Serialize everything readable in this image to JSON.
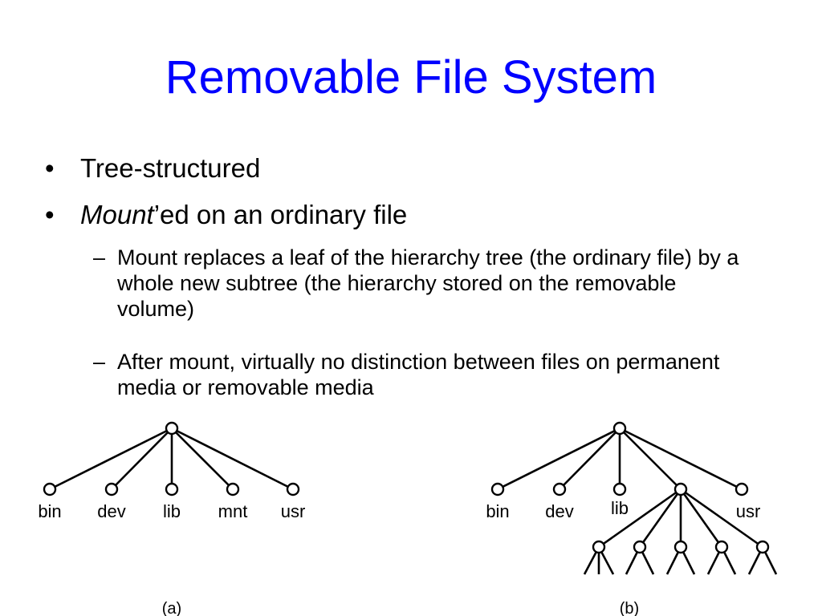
{
  "slide": {
    "title": "Removable File System",
    "bullets": [
      {
        "marker": "•",
        "emphasis": "",
        "text": "Tree-structured"
      },
      {
        "marker": "•",
        "emphasis": "Mount",
        "text": "’ed on an ordinary file"
      }
    ],
    "sub_bullets": [
      {
        "marker": "–",
        "text": "Mount replaces a leaf of the hierarchy tree (the ordinary file) by a whole new subtree (the hierarchy stored on the removable volume)"
      },
      {
        "marker": "–",
        "text": "After mount, virtually no distinction between files on permanent media or removable media"
      }
    ]
  },
  "figures": {
    "a": {
      "caption": "(a)",
      "labels": [
        "bin",
        "dev",
        "lib",
        "mnt",
        "usr"
      ]
    },
    "b": {
      "caption": "(b)",
      "labels": [
        "bin",
        "dev",
        "lib",
        "usr"
      ]
    }
  }
}
